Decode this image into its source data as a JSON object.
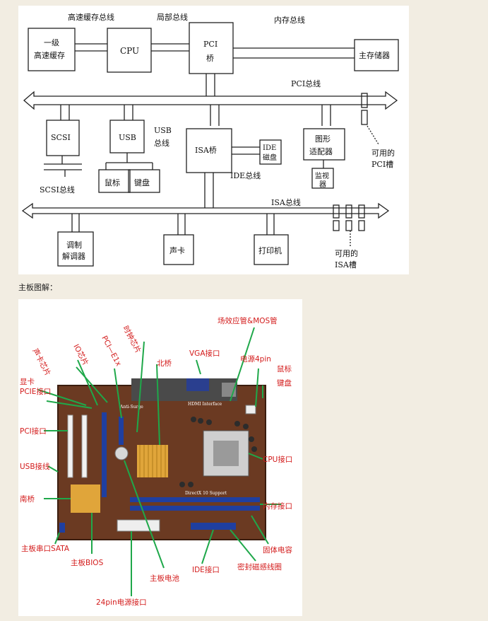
{
  "top_diagram": {
    "labels": {
      "cache_bus": "高速缓存总线",
      "local_bus": "局部总线",
      "memory_bus": "内存总线",
      "l1_cache_line1": "一级",
      "l1_cache_line2": "高速缓存",
      "cpu": "CPU",
      "pci_bridge_line1": "PCI",
      "pci_bridge_line2": "桥",
      "main_memory": "主存储器",
      "pci_bus": "PCI总线",
      "scsi": "SCSI",
      "usb": "USB",
      "usb_bus_line1": "USB",
      "usb_bus_line2": "总线",
      "isa_bridge": "ISA桥",
      "ide_disk_line1": "IDE",
      "ide_disk_line2": "磁盘",
      "ide_bus": "IDE总线",
      "graphics_line1": "图形",
      "graphics_line2": "适配器",
      "pci_slot_line1": "可用的",
      "pci_slot_line2": "PCI槽",
      "scsi_bus": "SCSI总线",
      "mouse": "鼠标",
      "keyboard": "键盘",
      "monitor_line1": "监视",
      "monitor_line2": "器",
      "isa_bus": "ISA总线",
      "modem_line1": "调制",
      "modem_line2": "解调器",
      "sound_card": "声卡",
      "printer": "打印机",
      "isa_slot_line1": "可用的",
      "isa_slot_line2": "ISA槽"
    }
  },
  "caption": "主板图解：",
  "motherboard": {
    "silkscreen": {
      "hdmi": "HDMI Interface",
      "directx": "DirectX 10 Support",
      "antisurge": "Anti-Surge"
    },
    "callouts": {
      "clock_chip": "时钟芯片",
      "pcie_x1": "PCI—E1x",
      "io_chip": "IO芯片",
      "sound_chip": "声卡芯片",
      "graphics_card": "显卡",
      "pcie_slot": "PCIE接口",
      "pci_slot": "PCI接口",
      "usb_header": "USB接线",
      "south_bridge": "南桥",
      "serial_sata": "主板串口SATA",
      "bios": "主板BIOS",
      "pin24": "24pin电源接口",
      "battery": "主板电池",
      "ide": "IDE接口",
      "choke": "密封磁感线圈",
      "solid_cap": "固体电容",
      "memory_slot": "内存接口",
      "cpu_socket": "CPU接口",
      "keyboard_mouse": "鼠标\n键盘",
      "kb_line1": "鼠标",
      "kb_line2": "键盘",
      "power4": "电源4pin",
      "vga": "VGA接口",
      "mosfet": "场效应管&MOS管",
      "northbridge": "北桥"
    }
  }
}
